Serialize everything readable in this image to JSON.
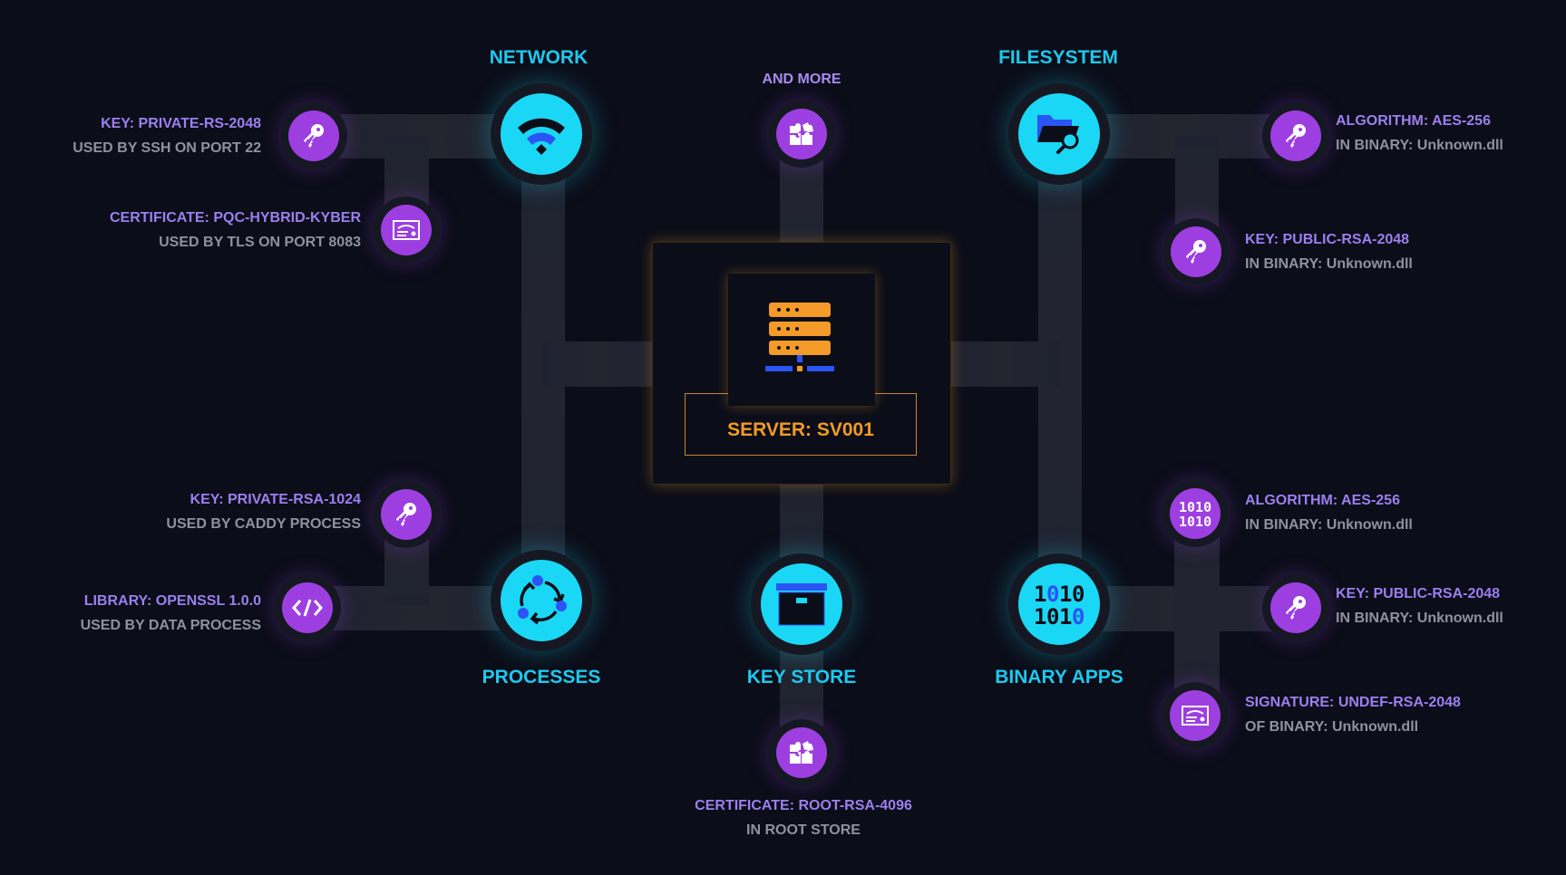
{
  "colors": {
    "background": "#0b0d18",
    "hub": "#1ad8f5",
    "hub_label": "#1ec8ee",
    "leaf": "#9d3fe0",
    "leaf_title": "#9c7ff0",
    "leaf_subtitle": "#8f929c",
    "server": "#f39a28",
    "accent_blue": "#2b54f5"
  },
  "server": {
    "label": "SERVER: SV001",
    "icon": "server-rack-icon"
  },
  "hubs": {
    "network": {
      "label": "NETWORK",
      "icon": "wifi-icon"
    },
    "filesystem": {
      "label": "FILESYSTEM",
      "icon": "folder-search-icon"
    },
    "processes": {
      "label": "PROCESSES",
      "icon": "cycle-arrows-icon"
    },
    "keystore": {
      "label": "KEY STORE",
      "icon": "archive-box-icon"
    },
    "binary": {
      "label": "BINARY APPS",
      "icon": "binary-1010-icon"
    },
    "more": {
      "label": "AND MORE",
      "icon": "puzzle-icon"
    }
  },
  "leaves": {
    "net_key": {
      "title": "KEY: PRIVATE-RS-2048",
      "subtitle": "USED BY SSH ON PORT 22",
      "icon": "key-icon"
    },
    "net_cert": {
      "title": "CERTIFICATE: PQC-HYBRID-KYBER",
      "subtitle": "USED BY TLS ON PORT 8083",
      "icon": "certificate-icon"
    },
    "fs_algo": {
      "title": "ALGORITHM: AES-256",
      "subtitle": "IN BINARY: Unknown.dll",
      "icon": "key-icon"
    },
    "fs_key": {
      "title": "KEY: PUBLIC-RSA-2048",
      "subtitle": "IN BINARY: Unknown.dll",
      "icon": "key-icon"
    },
    "proc_key": {
      "title": "KEY: PRIVATE-RSA-1024",
      "subtitle": "USED BY CADDY PROCESS",
      "icon": "key-icon"
    },
    "proc_lib": {
      "title": "LIBRARY: OPENSSL 1.0.0",
      "subtitle": "USED BY DATA PROCESS",
      "icon": "code-icon"
    },
    "bin_algo": {
      "title": "ALGORITHM: AES-256",
      "subtitle": "IN BINARY: Unknown.dll",
      "icon": "binary-1010-icon"
    },
    "bin_key": {
      "title": "KEY: PUBLIC-RSA-2048",
      "subtitle": "IN BINARY: Unknown.dll",
      "icon": "key-icon"
    },
    "bin_sig": {
      "title": "SIGNATURE: UNDEF-RSA-2048",
      "subtitle": "OF BINARY: Unknown.dll",
      "icon": "certificate-icon"
    },
    "ks_cert": {
      "title": "CERTIFICATE: ROOT-RSA-4096",
      "subtitle": "IN ROOT STORE",
      "icon": "puzzle-icon"
    }
  }
}
